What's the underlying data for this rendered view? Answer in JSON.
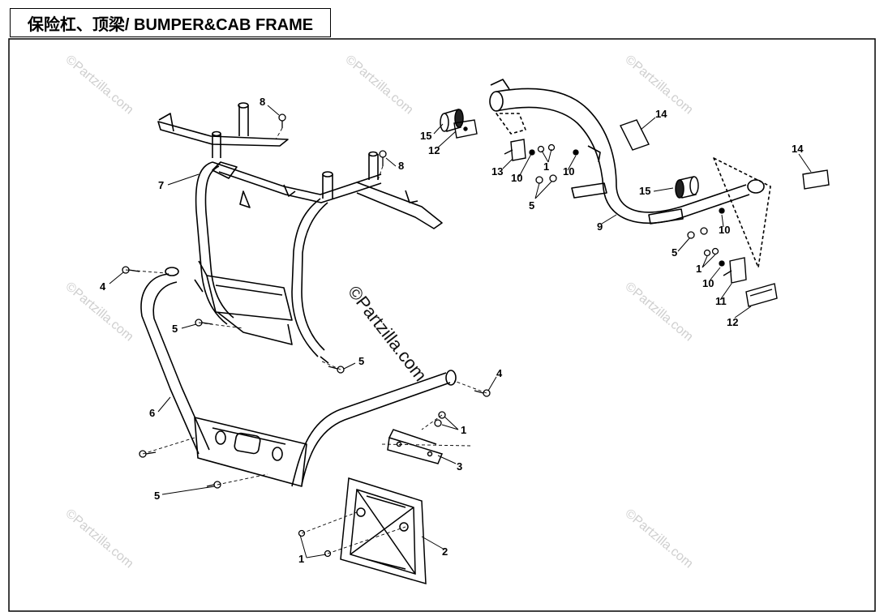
{
  "title": "保险杠、顶梁/ BUMPER&CAB FRAME",
  "watermark_small": "©Partzilla.com",
  "watermark_center": "©Partzilla.com",
  "callouts": {
    "c1a": "1",
    "c1b": "1",
    "c1c": "1",
    "c1d": "1",
    "c2": "2",
    "c3": "3",
    "c4a": "4",
    "c4b": "4",
    "c5a": "5",
    "c5b": "5",
    "c5c": "5",
    "c5d": "5",
    "c5e": "5",
    "c6": "6",
    "c7": "7",
    "c8a": "8",
    "c8b": "8",
    "c9": "9",
    "c10a": "10",
    "c10b": "10",
    "c10c": "10",
    "c10d": "10",
    "c11": "11",
    "c12a": "12",
    "c12b": "12",
    "c13": "13",
    "c14a": "14",
    "c14b": "14",
    "c15a": "15",
    "c15b": "15"
  }
}
